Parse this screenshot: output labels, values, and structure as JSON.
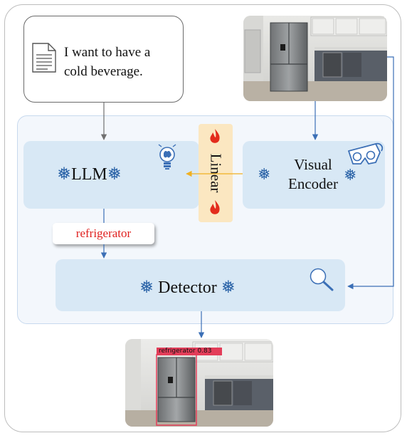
{
  "query": {
    "text_line1": "I want to have a",
    "text_line2": "cold beverage."
  },
  "llm": {
    "label": "LLM"
  },
  "linear": {
    "label": "Linear"
  },
  "encoder": {
    "label_line1": "Visual",
    "label_line2": "Encoder"
  },
  "detector": {
    "label": "Detector"
  },
  "output_tag": {
    "label": "refrigerator"
  },
  "detection": {
    "label": "refrigerator 0.83"
  },
  "colors": {
    "frame_border": "#bdbdbd",
    "panel_bg": "#f3f7fc",
    "block_bg": "#d8e8f5",
    "linear_bg": "#fbe7c1",
    "flake_blue": "#2c64a8",
    "arrow_gray": "#707070",
    "arrow_blue": "#3b6fb6",
    "arrow_orange": "#f0b020",
    "tag_red": "#e0201f",
    "bbox_red": "#e33d59"
  },
  "icons": [
    "document-icon",
    "snowflake-icon",
    "brain-bulb-icon",
    "glasses-icon",
    "magnifier-icon",
    "fire-icon"
  ]
}
